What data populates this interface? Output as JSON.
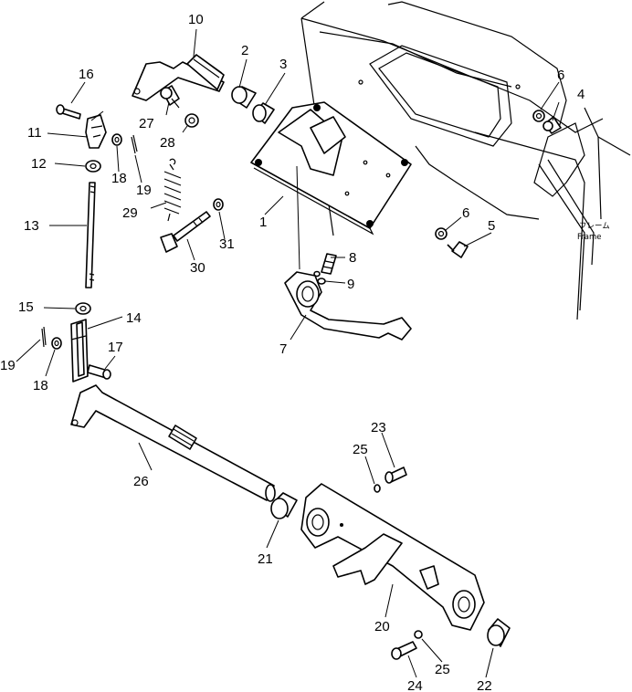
{
  "callouts": {
    "p1": "1",
    "p2": "2",
    "p3": "3",
    "p4": "4",
    "p5": "5",
    "p6a": "6",
    "p6b": "6",
    "p7": "7",
    "p8": "8",
    "p9": "9",
    "p10": "10",
    "p11": "11",
    "p12": "12",
    "p13": "13",
    "p14": "14",
    "p15": "15",
    "p16": "16",
    "p17": "17",
    "p18a": "18",
    "p18b": "18",
    "p19a": "19",
    "p19b": "19",
    "p20": "20",
    "p21": "21",
    "p22": "22",
    "p23": "23",
    "p24": "24",
    "p25a": "25",
    "p25b": "25",
    "p26": "26",
    "p27": "27",
    "p28": "28",
    "p29": "29",
    "p30": "30",
    "p31": "31"
  },
  "frame_label": {
    "jp": "フレーム",
    "en": "Frame"
  }
}
